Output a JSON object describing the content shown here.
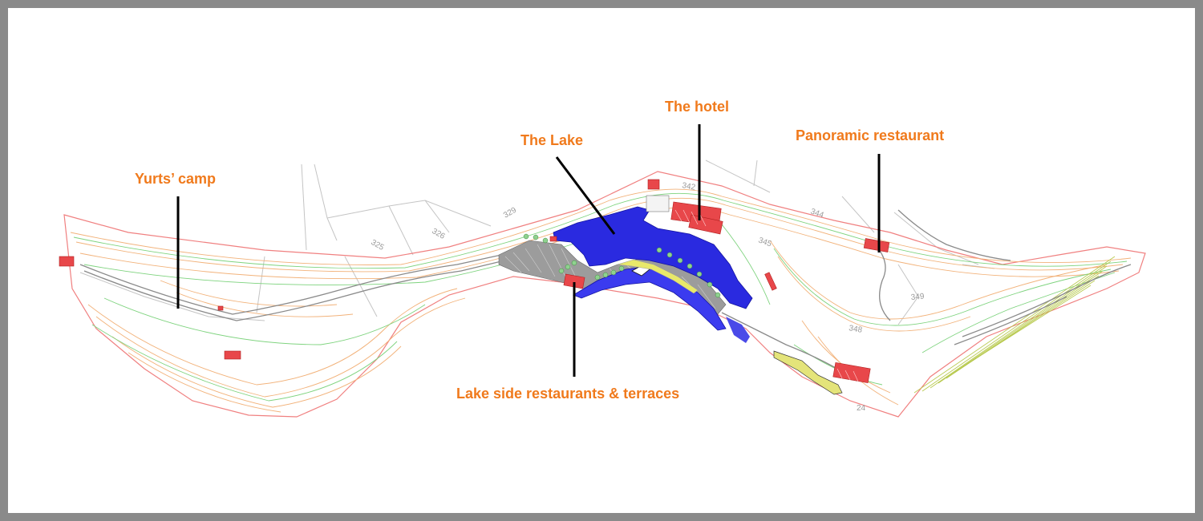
{
  "labels": {
    "yurts_camp": "Yurts’ camp",
    "the_lake": "The Lake",
    "the_hotel": "The hotel",
    "panoramic_restaurant": "Panoramic restaurant",
    "lakeside_restaurants": "Lake side restaurants & terraces"
  },
  "contour_labels": [
    "325",
    "326",
    "329",
    "342",
    "345",
    "344",
    "349",
    "348",
    "24"
  ],
  "colors": {
    "label_text": "#f07a1c",
    "lake": "#2a2ae0",
    "buildings": "#e8474a",
    "contours_green": "#7ed37e",
    "contours_orange": "#f2b27a",
    "boundary": "#f08080",
    "pointer_lines": "#000000",
    "frame": "#8a8a8a"
  }
}
